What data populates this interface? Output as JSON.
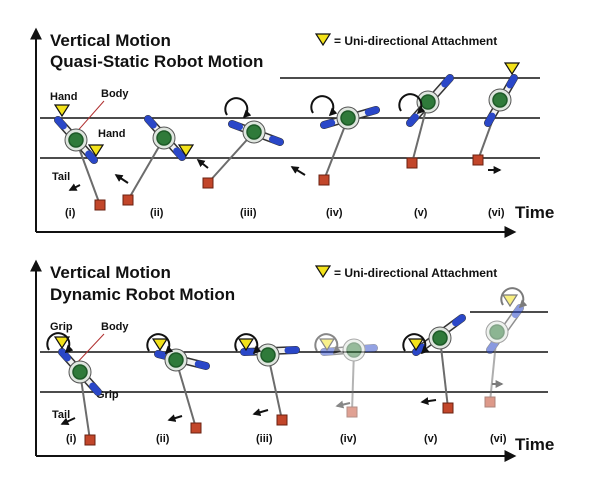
{
  "colors": {
    "line": "#111111",
    "body": "#2f7a3a",
    "body_dark": "#1e5a28",
    "hand_blue": "#2a47c8",
    "hand_white": "#f2f2f2",
    "tail_block": "#c2462a",
    "marker_yellow": "#f3e21a",
    "rod": "#6c6c6c"
  },
  "icons": {
    "attachment": "yellow-triangle-attachment-icon",
    "rotation": "curved-arrow-rotation-icon",
    "direction": "direction-arrow-icon"
  },
  "panels": [
    {
      "title_line1": "Vertical Motion",
      "title_line2": "Quasi-Static Robot Motion",
      "legend": "= Uni-directional Attachment",
      "axis_label": "Time",
      "labels": {
        "hand_top": "Hand",
        "body": "Body",
        "hand_lower": "Hand",
        "tail": "Tail"
      },
      "steps": [
        "(i)",
        "(ii)",
        "(iii)",
        "(iv)",
        "(v)",
        "(vi)"
      ]
    },
    {
      "title_line1": "Vertical Motion",
      "title_line2": "Dynamic Robot Motion",
      "legend": "= Uni-directional Attachment",
      "axis_label": "Time",
      "labels": {
        "grip_top": "Grip",
        "body": "Body",
        "grip_lower": "Grip",
        "tail": "Tail"
      },
      "steps": [
        "(i)",
        "(ii)",
        "(iii)",
        "(iv)",
        "(v)",
        "(vi)"
      ]
    }
  ]
}
